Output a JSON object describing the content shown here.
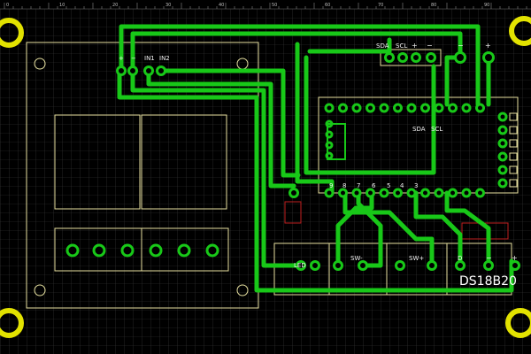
{
  "ruler": {
    "ticks": [
      "0",
      "10",
      "20",
      "30",
      "40",
      "50",
      "60",
      "70",
      "80",
      "90"
    ]
  },
  "relay_connector": {
    "plus": "+",
    "minus": "−",
    "in1": "IN1",
    "in2": "IN2"
  },
  "i2c_header": {
    "sda": "SDA",
    "scl": "SCL",
    "plus": "+",
    "minus": "−"
  },
  "display_header": {
    "minus": "−",
    "plus": "+"
  },
  "mcu_labels": {
    "sda": "SDA",
    "scl": "SCL"
  },
  "pin_numbers": [
    "9",
    "8",
    "7",
    "6",
    "5",
    "4",
    "3"
  ],
  "bottom_labels": {
    "led": "LED",
    "sw_minus": "SW-",
    "sw_plus": "SW+",
    "d": "D",
    "minus": "−",
    "plus": "+",
    "sensor": "DS18B20"
  },
  "colors": {
    "trace": "#18c818",
    "silk": "#e7e1a0",
    "hole": "#e2e200",
    "pad": "#18c818",
    "resistor": "#c02020"
  }
}
